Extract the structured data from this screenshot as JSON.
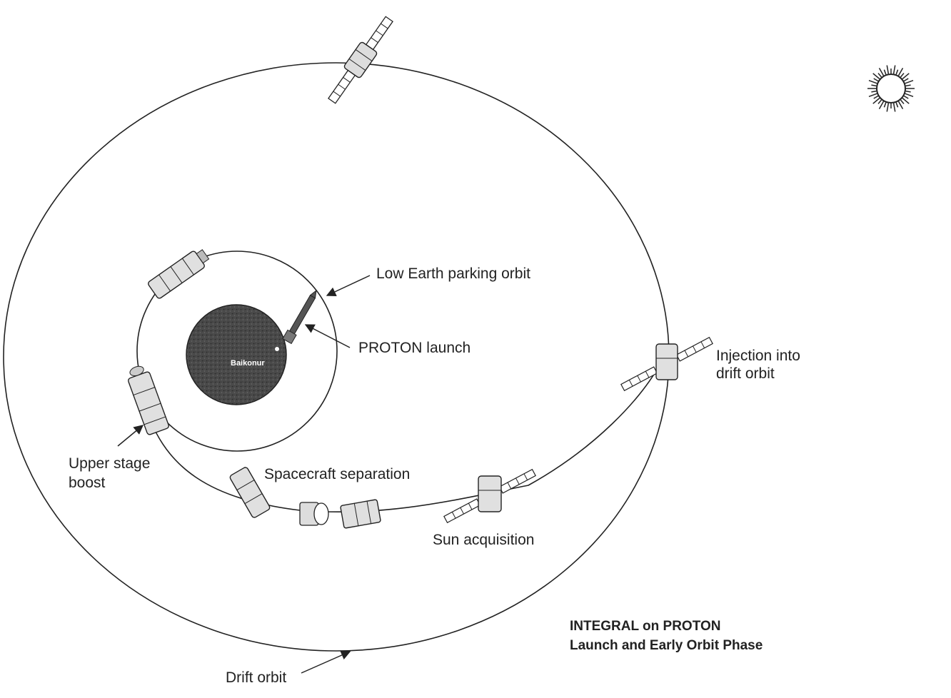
{
  "diagram": {
    "labels": {
      "parking_orbit": "Low Earth parking orbit",
      "proton_launch": "PROTON launch",
      "injection_line1": "Injection into",
      "injection_line2": "drift orbit",
      "upper_stage_line1": "Upper stage",
      "upper_stage_line2": "boost",
      "separation": "Spacecraft separation",
      "sun_acquisition": "Sun acquisition",
      "drift_orbit": "Drift orbit",
      "baikonur": "Baikonur"
    },
    "caption": {
      "line1": "INTEGRAL on PROTON",
      "line2": "Launch and Early Orbit Phase"
    },
    "icons": [
      "sun-icon",
      "earth-icon",
      "rocket-icon",
      "satellite-icon",
      "upper-stage-icon"
    ],
    "colors": {
      "line": "#222222",
      "earth": "#4a4a4a",
      "background": "#ffffff"
    }
  }
}
